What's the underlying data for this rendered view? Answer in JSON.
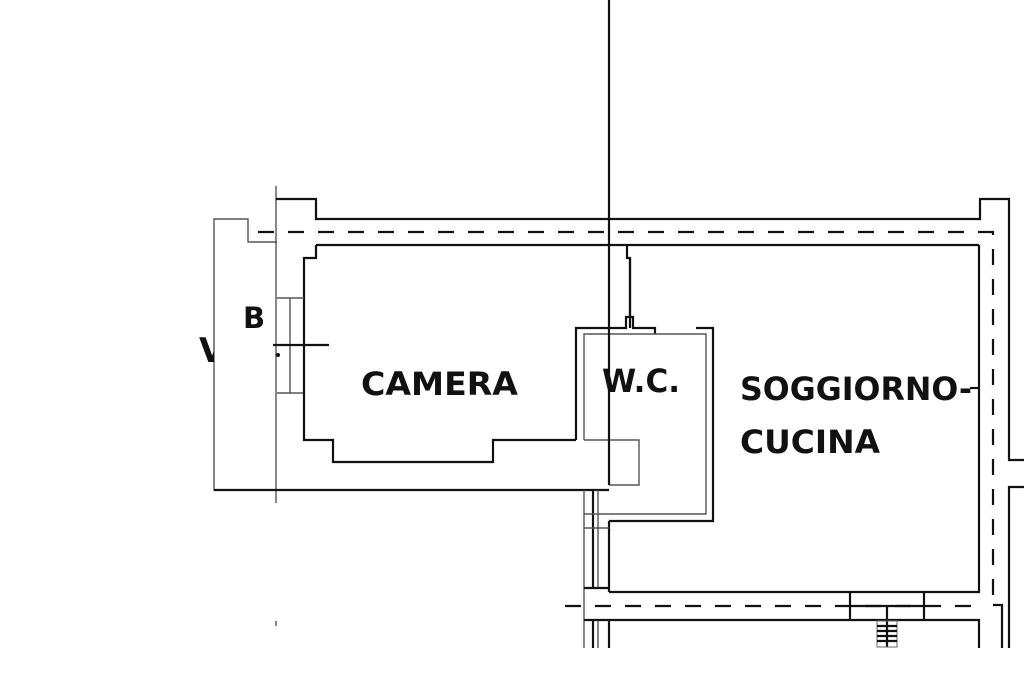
{
  "plan": {
    "colors": {
      "wall": "#111111",
      "thin_line": "#555555",
      "background": "#ffffff"
    },
    "rooms": [
      {
        "id": "camera",
        "label": "CAMERA"
      },
      {
        "id": "wc",
        "label": "W.C."
      },
      {
        "id": "soggiorno",
        "label": "SOGGIORNO-"
      },
      {
        "id": "cucina",
        "label": "CUCINA"
      }
    ],
    "markers": {
      "b": "B",
      "v": "V"
    }
  }
}
